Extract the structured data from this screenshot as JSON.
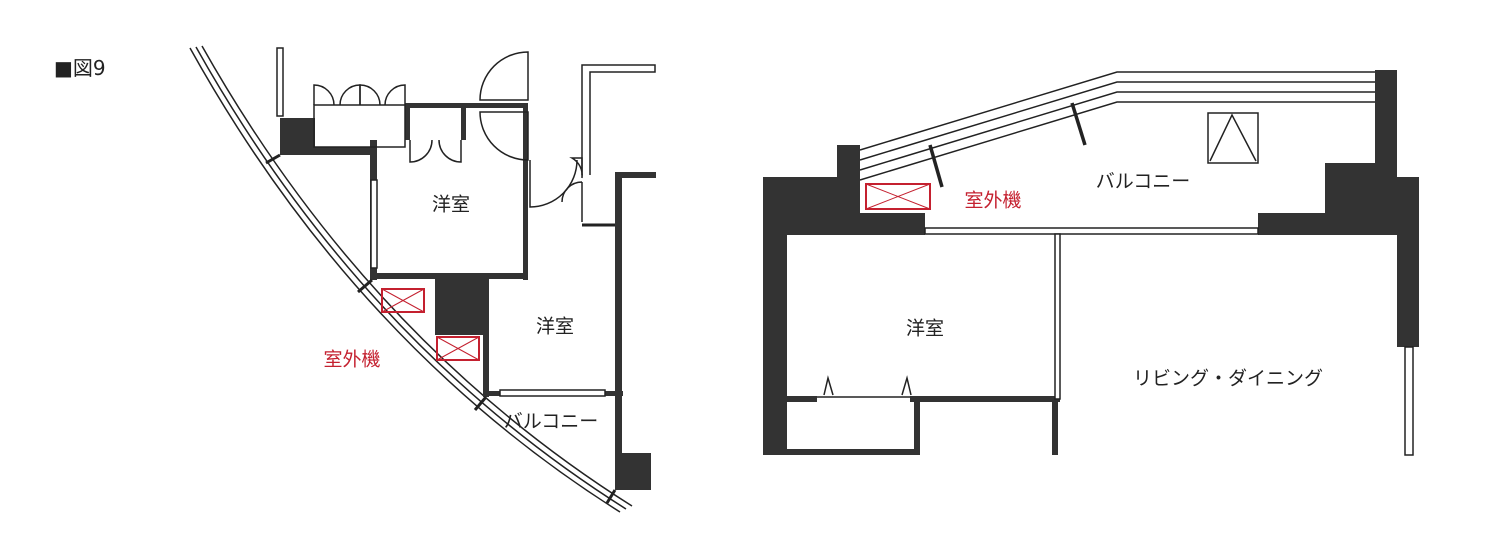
{
  "figure_label": "■図9",
  "colors": {
    "wall": "#333333",
    "outdoor_unit": "#c4202f"
  },
  "left_plan": {
    "room_upper": "洋室",
    "room_lower": "洋室",
    "outdoor_unit": "室外機",
    "balcony": "バルコニー"
  },
  "right_plan": {
    "balcony": "バルコニー",
    "outdoor_unit": "室外機",
    "room": "洋室",
    "living": "リビング・ダイニング"
  }
}
